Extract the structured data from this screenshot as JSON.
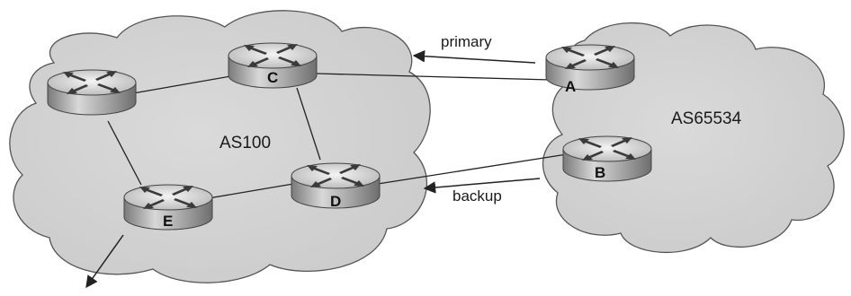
{
  "clouds": [
    {
      "id": "as100",
      "label": "AS100"
    },
    {
      "id": "as65534",
      "label": "AS65534"
    }
  ],
  "routers": [
    {
      "id": "unlabeled",
      "label": ""
    },
    {
      "id": "C",
      "label": "C"
    },
    {
      "id": "D",
      "label": "D"
    },
    {
      "id": "E",
      "label": "E"
    },
    {
      "id": "A",
      "label": "A"
    },
    {
      "id": "B",
      "label": "B"
    }
  ],
  "links": [
    {
      "from": "unlabeled",
      "to": "C"
    },
    {
      "from": "unlabeled",
      "to": "E"
    },
    {
      "from": "C",
      "to": "D"
    },
    {
      "from": "E",
      "to": "D"
    },
    {
      "from": "C",
      "to": "A"
    },
    {
      "from": "D",
      "to": "B"
    }
  ],
  "arrows": [
    {
      "id": "primary",
      "label": "primary"
    },
    {
      "id": "backup",
      "label": "backup"
    }
  ],
  "colors": {
    "cloud_fill": "#d4d4d4",
    "cloud_stroke": "#555555",
    "router_body": "#a6a6a6",
    "router_top": "#e2e2e2",
    "line": "#222222"
  }
}
